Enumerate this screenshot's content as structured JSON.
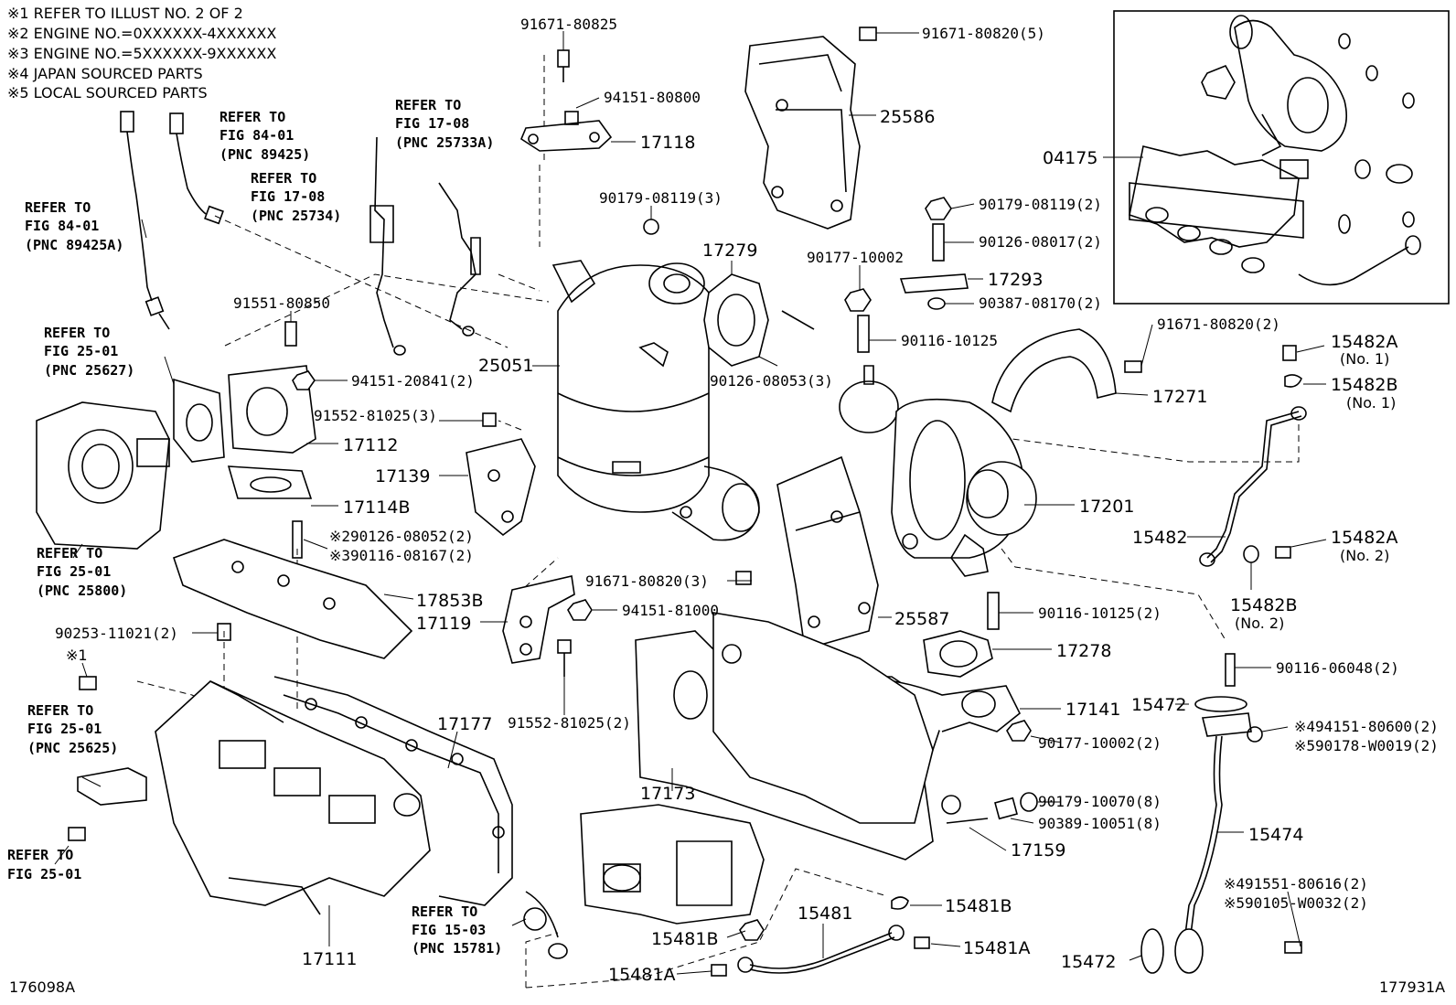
{
  "notes": [
    "※1 REFER TO ILLUST NO. 2 OF 2",
    "※2 ENGINE NO.=0XXXXXX-4XXXXXX",
    "※3 ENGINE NO.=5XXXXXX-9XXXXXX",
    "※4 JAPAN SOURCED PARTS",
    "※5 LOCAL SOURCED PARTS"
  ],
  "illustration_ids": {
    "left": "176098A",
    "right": "177931A"
  },
  "refs": [
    {
      "lines": [
        "REFER TO",
        "FIG 84-01",
        "(PNC 89425A)"
      ]
    },
    {
      "lines": [
        "REFER TO",
        "FIG 84-01",
        "(PNC 89425)"
      ]
    },
    {
      "lines": [
        "REFER TO",
        "FIG 17-08",
        "(PNC 25734)"
      ]
    },
    {
      "lines": [
        "REFER TO",
        "FIG 17-08",
        "(PNC 25733A)"
      ]
    },
    {
      "lines": [
        "REFER TO",
        "FIG 25-01",
        "(PNC 25627)"
      ]
    },
    {
      "lines": [
        "REFER TO",
        "FIG 25-01",
        "(PNC 25800)"
      ]
    },
    {
      "lines": [
        "REFER TO",
        "FIG 25-01",
        "(PNC 25625)"
      ]
    },
    {
      "lines": [
        "REFER TO",
        "FIG 25-01"
      ]
    },
    {
      "lines": [
        "REFER TO",
        "FIG 15-03",
        "(PNC 15781)"
      ]
    }
  ],
  "parts": [
    {
      "text": "91671-80825"
    },
    {
      "text": "94151-80800"
    },
    {
      "text": "17118"
    },
    {
      "text": "91671-80820(5)"
    },
    {
      "text": "25586"
    },
    {
      "text": "04175"
    },
    {
      "text": "90179-08119(3)"
    },
    {
      "text": "17279"
    },
    {
      "text": "90177-10002"
    },
    {
      "text": "90179-08119(2)"
    },
    {
      "text": "90126-08017(2)"
    },
    {
      "text": "17293"
    },
    {
      "text": "90387-08170(2)"
    },
    {
      "text": "91551-80850"
    },
    {
      "text": "90116-10125"
    },
    {
      "text": "25051"
    },
    {
      "text": "90126-08053(3)"
    },
    {
      "text": "94151-20841(2)"
    },
    {
      "text": "91552-81025(3)"
    },
    {
      "text": "17112"
    },
    {
      "text": "17139"
    },
    {
      "text": "17114B"
    },
    {
      "text": "91671-80820(2)"
    },
    {
      "text": "15482A"
    },
    {
      "text": "(No. 1)"
    },
    {
      "text": "15482B"
    },
    {
      "text": "(No. 1)"
    },
    {
      "text": "17271"
    },
    {
      "text": "17201"
    },
    {
      "text": "15482"
    },
    {
      "text": "15482A"
    },
    {
      "text": "(No. 2)"
    },
    {
      "text": "15482B"
    },
    {
      "text": "(No. 2)"
    },
    {
      "text": "※290126-08052(2)"
    },
    {
      "text": "※390116-08167(2)"
    },
    {
      "text": "17853B"
    },
    {
      "text": "91671-80820(3)"
    },
    {
      "text": "17119"
    },
    {
      "text": "94151-81000"
    },
    {
      "text": "25587"
    },
    {
      "text": "90116-10125(2)"
    },
    {
      "text": "17278"
    },
    {
      "text": "90253-11021(2)"
    },
    {
      "text": "※1"
    },
    {
      "text": "91552-81025(2)"
    },
    {
      "text": "90116-06048(2)"
    },
    {
      "text": "17177"
    },
    {
      "text": "17141"
    },
    {
      "text": "15472"
    },
    {
      "text": "※494151-80600(2)"
    },
    {
      "text": "※590178-W0019(2)"
    },
    {
      "text": "90177-10002(2)"
    },
    {
      "text": "17173"
    },
    {
      "text": "90179-10070(8)"
    },
    {
      "text": "90389-10051(8)"
    },
    {
      "text": "17159"
    },
    {
      "text": "15474"
    },
    {
      "text": "15481"
    },
    {
      "text": "15481B"
    },
    {
      "text": "15481B"
    },
    {
      "text": "15481A"
    },
    {
      "text": "15481A"
    },
    {
      "text": "※491551-80616(2)"
    },
    {
      "text": "※590105-W0032(2)"
    },
    {
      "text": "15472"
    },
    {
      "text": "17111"
    }
  ]
}
